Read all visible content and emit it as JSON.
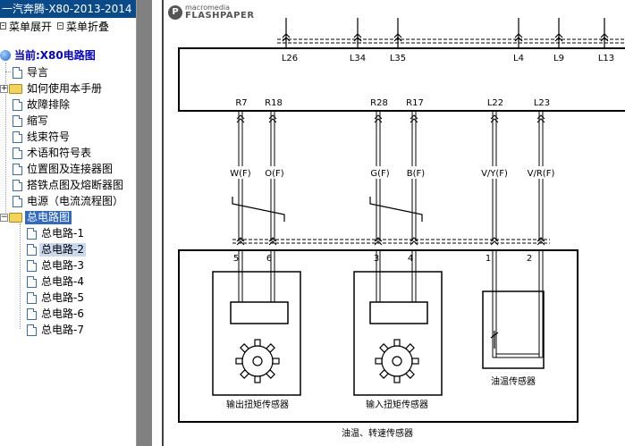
{
  "window": {
    "title": "一汽奔腾-X80-2013-2014"
  },
  "menu": {
    "expand_label": "菜单展开",
    "collapse_label": "菜单折叠"
  },
  "tree": {
    "root_label": "当前:X80电路图",
    "items": [
      {
        "label": "导言"
      },
      {
        "label": "如何使用本手册"
      },
      {
        "label": "故障排除"
      },
      {
        "label": "缩写"
      },
      {
        "label": "线束符号"
      },
      {
        "label": "术语和符号表"
      },
      {
        "label": "位置图及连接器图"
      },
      {
        "label": "搭铁点图及熔断器图"
      },
      {
        "label": "电源（电流流程图）"
      },
      {
        "label": "总电路图"
      }
    ],
    "children": [
      {
        "label": "总电路-1"
      },
      {
        "label": "总电路-2"
      },
      {
        "label": "总电路-3"
      },
      {
        "label": "总电路-4"
      },
      {
        "label": "总电路-5"
      },
      {
        "label": "总电路-6"
      },
      {
        "label": "总电路-7"
      }
    ]
  },
  "viewer": {
    "logo_line1": "macromedia",
    "logo_line2": "FLASHPAPER",
    "logo_mark": "P"
  },
  "diagram": {
    "top_connectors": [
      "L26",
      "L34",
      "L35",
      "L4",
      "L9",
      "L13"
    ],
    "mid_connectors": [
      "R7",
      "R18",
      "R28",
      "R17",
      "L22",
      "L23"
    ],
    "wire_colors": [
      "W(F)",
      "O(F)",
      "G(F)",
      "B(F)",
      "V/Y(F)",
      "V/R(F)"
    ],
    "pin_numbers": [
      "5",
      "6",
      "3",
      "4",
      "1",
      "2"
    ],
    "sensors": [
      "输出扭矩传感器",
      "输入扭矩传感器",
      "油温传感器"
    ],
    "group_label": "油温、转速传感器"
  }
}
